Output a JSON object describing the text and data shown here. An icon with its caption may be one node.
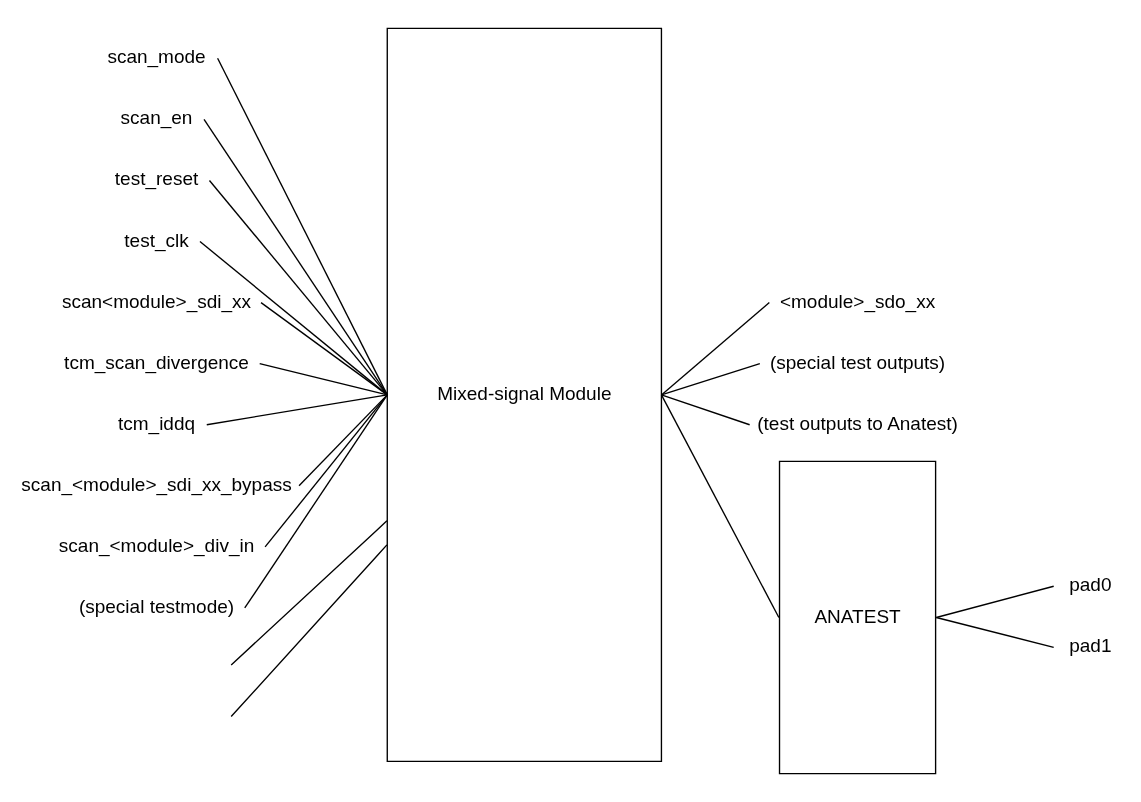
{
  "diagram": {
    "nodes": [
      {
        "text": [
          "Mixed-signal Module"
        ]
      },
      {
        "text": [
          "scan_mode"
        ]
      },
      {
        "text": [
          "scan_en"
        ]
      },
      {
        "text": [
          "test_reset"
        ]
      },
      {
        "text": [
          "test_clk"
        ]
      },
      {
        "text": [
          "scan<module>_sdi_xx"
        ]
      },
      {
        "text": [
          "tcm_scan_divergence"
        ]
      },
      {
        "text": [
          "tcm_iddq"
        ]
      },
      {
        "text": [
          "scan_<module>_sdi_xx_bypass"
        ]
      },
      {
        "text": [
          "scan_<module>_div_in"
        ]
      },
      {
        "text": [
          "(special testmode)"
        ]
      },
      {
        "text": [
          "<module>_sdo_xx"
        ]
      },
      {
        "text": [
          "(special test outputs)"
        ]
      },
      {
        "text": [
          "(test outputs to Anatest)"
        ]
      },
      {
        "text": [
          "ANATEST"
        ]
      },
      {
        "text": [
          "pad0"
        ]
      },
      {
        "text": [
          "pad1"
        ]
      }
    ],
    "edges": [
      {
        "from": 1,
        "to": 0,
        "arrow": "none"
      },
      {
        "from": 2,
        "to": 0,
        "arrow": "none"
      },
      {
        "from": 3,
        "to": 0,
        "arrow": "none"
      },
      {
        "from": 4,
        "to": 0,
        "arrow": "none"
      },
      {
        "from": 5,
        "to": 0,
        "arrow": "none"
      },
      {
        "from": 6,
        "to": 0,
        "arrow": "none"
      },
      {
        "from": 7,
        "to": 0,
        "arrow": "none"
      },
      {
        "from": 8,
        "to": 0,
        "arrow": "none"
      },
      {
        "from": 9,
        "to": 0,
        "arrow": "none"
      },
      {
        "from": 10,
        "to": 0,
        "arrow": "none"
      },
      {
        "from": null,
        "to": 0,
        "arrow": "none"
      },
      {
        "from": null,
        "to": 0,
        "arrow": "none"
      },
      {
        "from": 0,
        "to": 11,
        "arrow": "none"
      },
      {
        "from": 0,
        "to": 12,
        "arrow": "none"
      },
      {
        "from": 0,
        "to": 13,
        "arrow": "none"
      },
      {
        "from": 0,
        "to": 14,
        "arrow": "none"
      },
      {
        "from": 14,
        "to": 15,
        "arrow": "none"
      },
      {
        "from": 14,
        "to": 16,
        "arrow": "none"
      }
    ]
  }
}
